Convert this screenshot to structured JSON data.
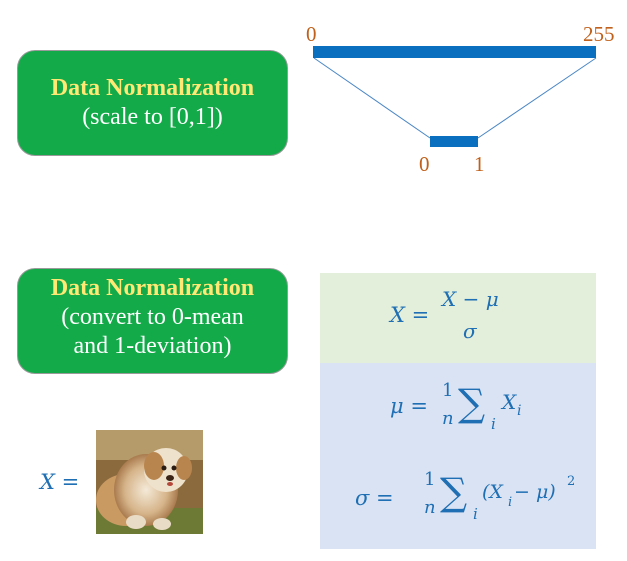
{
  "box1": {
    "title": "Data Normalization",
    "subtitle": "(scale to [0,1])"
  },
  "box2": {
    "title": "Data Normalization",
    "line2": "(convert to 0-mean",
    "line3": "and 1-deviation)"
  },
  "scale": {
    "big_min": "0",
    "big_max": "255",
    "small_min": "0",
    "small_max": "1"
  },
  "formulas": {
    "x_lhs": "X =",
    "x_num": "X − μ",
    "x_den": "σ",
    "mu_lhs": "μ =",
    "mu_frac_num": "1",
    "mu_frac_den": "n",
    "mu_sum_sub": "i",
    "mu_term": "X",
    "mu_term_sub": "i",
    "sigma_lhs": "σ =",
    "sigma_frac_num": "1",
    "sigma_frac_den": "n",
    "sigma_sum_sub": "i",
    "sigma_term": "(X",
    "sigma_term_sub": "i",
    "sigma_term_rest": " − μ)",
    "sigma_exp": "2"
  },
  "image_label": "X =",
  "colors": {
    "green": "#13ab4a",
    "yellow_title": "#ffe873",
    "blue_bar": "#0b6fbf",
    "orange_label": "#c0601a",
    "math_blue": "#1f6fb4"
  },
  "icons": {
    "photo": "dog-photo"
  }
}
